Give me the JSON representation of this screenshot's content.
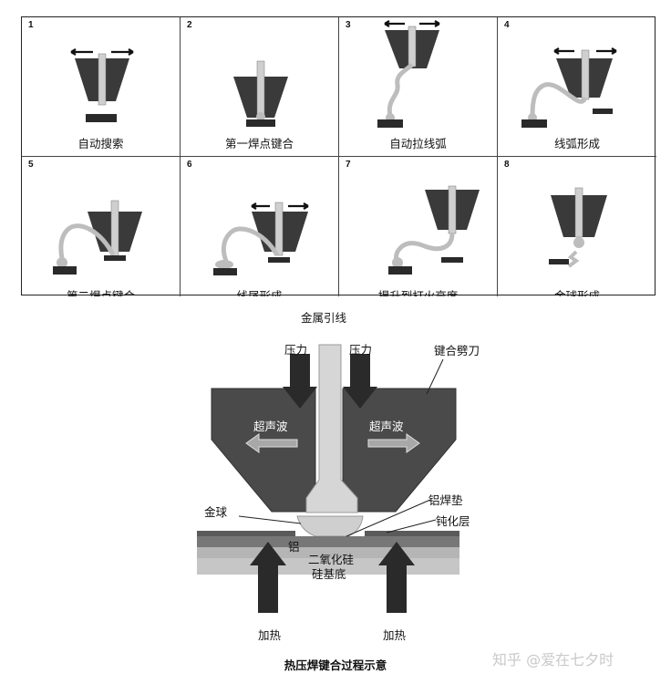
{
  "steps": [
    {
      "num": "1",
      "label": "自动搜索"
    },
    {
      "num": "2",
      "label": "第一焊点键合"
    },
    {
      "num": "3",
      "label": "自动拉线弧"
    },
    {
      "num": "4",
      "label": "线弧形成"
    },
    {
      "num": "5",
      "label": "第二焊点键合"
    },
    {
      "num": "6",
      "label": "线尾形成"
    },
    {
      "num": "7",
      "label": "提升到打火高度"
    },
    {
      "num": "8",
      "label": "金球形成"
    }
  ],
  "diagram": {
    "metal_wire": "金属引线",
    "pressure_left": "压力",
    "pressure_right": "压力",
    "capillary": "键合劈刀",
    "ultrasonic_left": "超声波",
    "ultrasonic_right": "超声波",
    "gold_ball": "金球",
    "al_pad": "铝焊垫",
    "passivation": "钝化层",
    "aluminum": "铝",
    "sio2": "二氧化硅",
    "si_substrate": "硅基底",
    "heat_left": "加热",
    "heat_right": "加热"
  },
  "caption": "热压焊键合过程示意",
  "watermark": "知乎 @爱在七夕时"
}
